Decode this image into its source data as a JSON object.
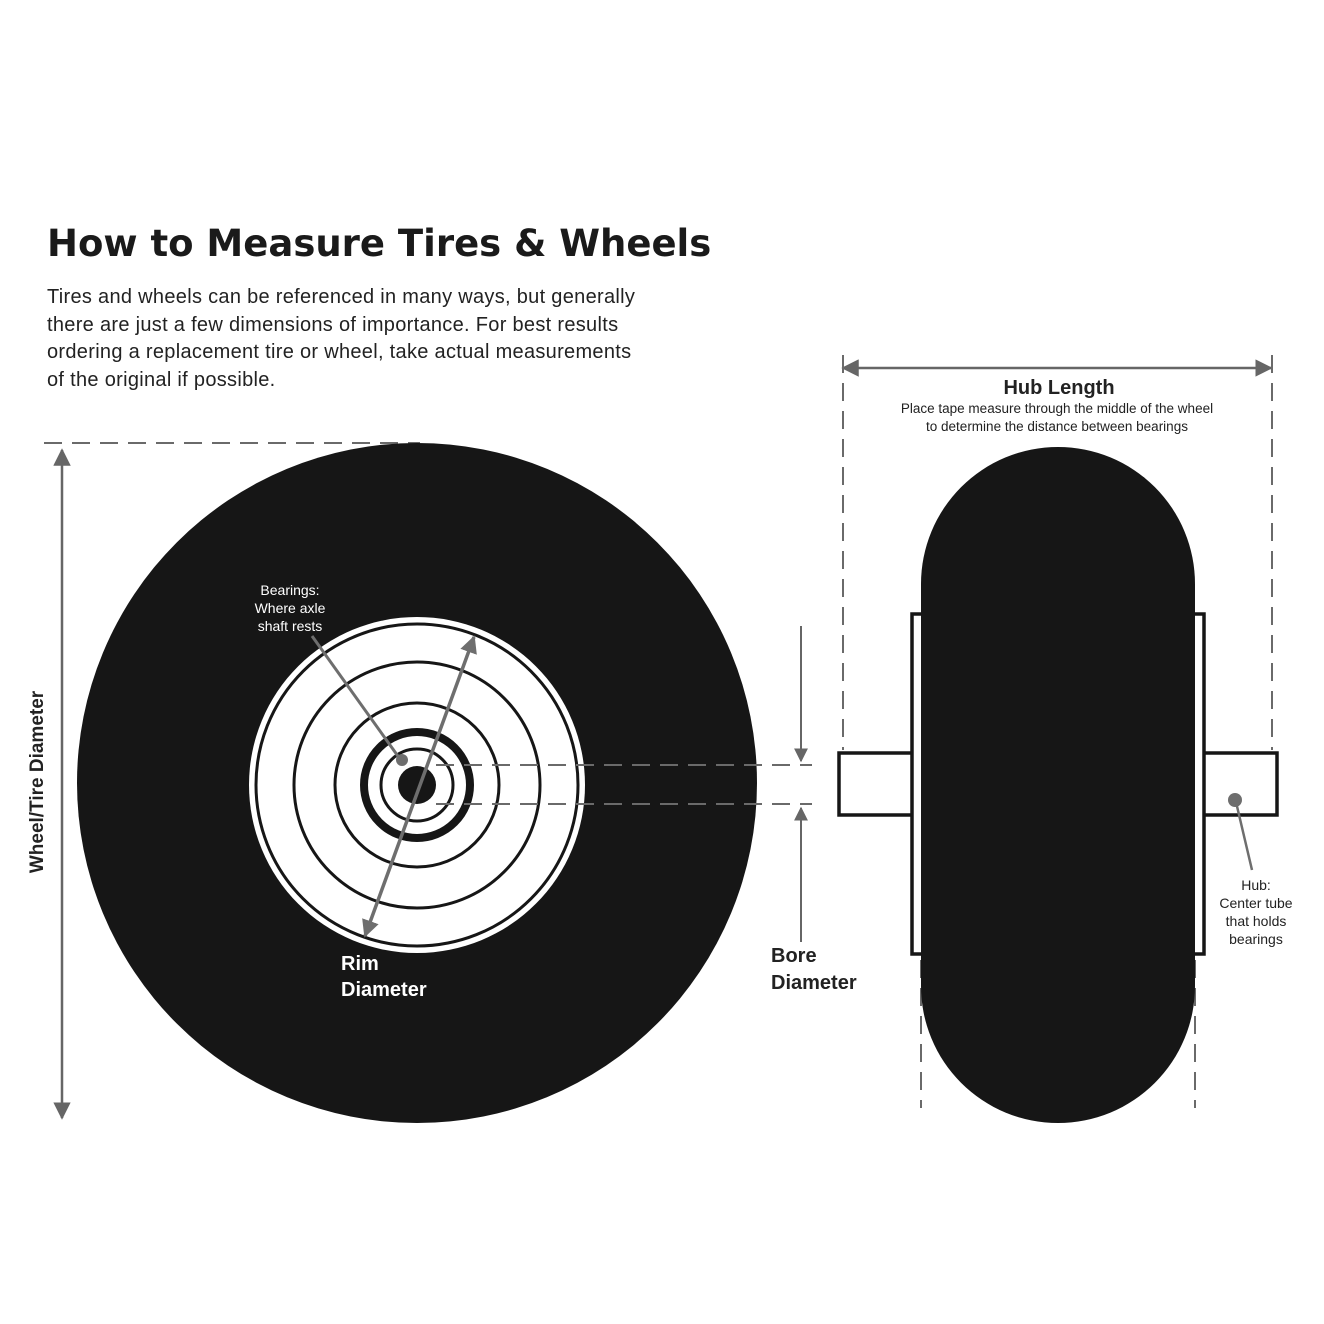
{
  "title": "How to Measure Tires & Wheels",
  "intro_lines": [
    "Tires and wheels can be referenced in many ways, but generally",
    "there are just a few dimensions of importance. For best results",
    "ordering a replacement tire or wheel, take actual measurements",
    "of the original if possible."
  ],
  "labels": {
    "wheel_tire_diameter": "Wheel/Tire Diameter",
    "bearings": [
      "Bearings:",
      "Where axle",
      "shaft rests"
    ],
    "rim_diameter": [
      "Rim",
      "Diameter"
    ],
    "bore_diameter": [
      "Bore",
      "Diameter"
    ],
    "hub_length_title": "Hub Length",
    "hub_length_desc": [
      "Place tape measure through the middle of the wheel",
      "to determine the distance between bearings"
    ],
    "hub": [
      "Hub:",
      "Center tube",
      "that holds",
      "bearings"
    ]
  },
  "colors": {
    "tire": "#161616",
    "line": "#555555",
    "dashed": "#6a6a6a",
    "text": "#222222"
  }
}
